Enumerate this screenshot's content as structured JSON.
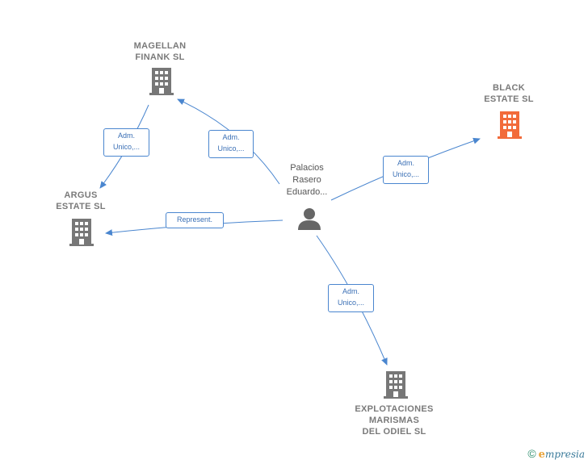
{
  "colors": {
    "edge": "#4a86cf",
    "building_default": "#777777",
    "building_highlight": "#f26b3a",
    "person": "#666666"
  },
  "person": {
    "label": "Palacios\nRasero\nEduardo...",
    "icon": "person-icon"
  },
  "companies": {
    "magellan": {
      "label": "MAGELLAN\nFINANK  SL",
      "icon": "building-icon"
    },
    "black": {
      "label": "BLACK\nESTATE  SL",
      "icon": "building-icon",
      "highlight": true
    },
    "argus": {
      "label": "ARGUS\nESTATE  SL",
      "icon": "building-icon"
    },
    "explotaciones": {
      "label": "EXPLOTACIONES\nMARISMAS\nDEL ODIEL SL",
      "icon": "building-icon"
    }
  },
  "edges": {
    "magellan_to_argus": "Adm.\nUnico,...",
    "person_to_magellan": "Adm.\nUnico,...",
    "person_to_black": "Adm.\nUnico,...",
    "person_to_argus": "Represent.",
    "person_to_explotaciones": "Adm.\nUnico,..."
  },
  "footer": {
    "copyright": "©",
    "brand_initial": "e",
    "brand_rest": "mpresia"
  }
}
